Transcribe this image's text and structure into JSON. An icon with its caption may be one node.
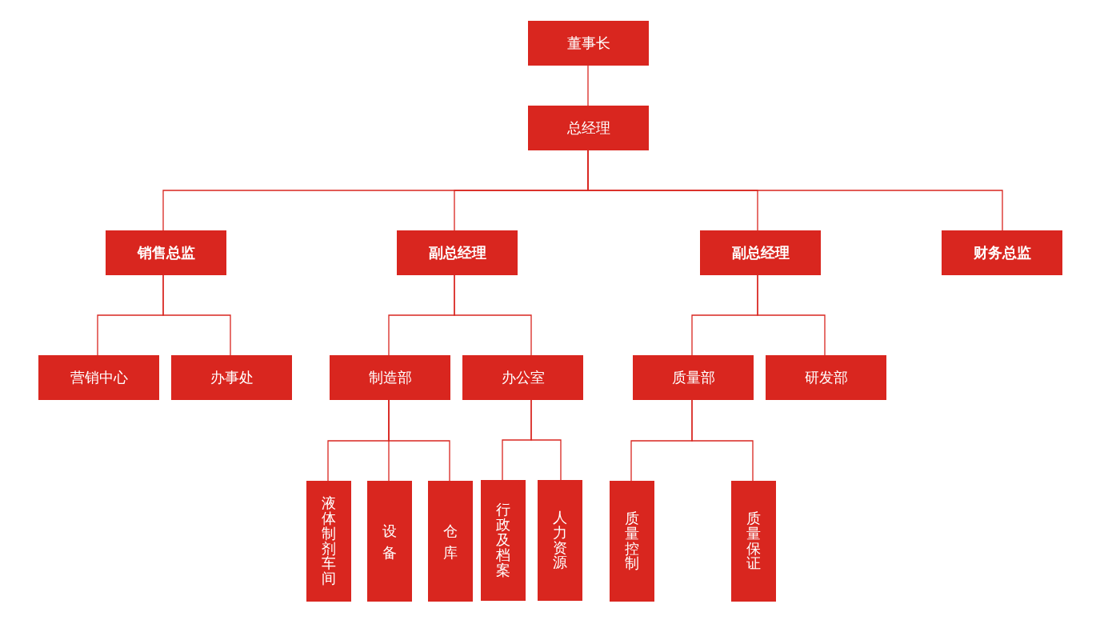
{
  "diagram": {
    "nodes": [
      {
        "text": [
          "董事长"
        ]
      },
      {
        "text": [
          "总经理"
        ]
      },
      {
        "text": [
          "销售总监"
        ]
      },
      {
        "text": [
          "副总经理"
        ]
      },
      {
        "text": [
          "副总经理"
        ]
      },
      {
        "text": [
          "财务总监"
        ]
      },
      {
        "text": [
          "营销中心"
        ]
      },
      {
        "text": [
          "办事处"
        ]
      },
      {
        "text": [
          "制造部"
        ]
      },
      {
        "text": [
          "办公室"
        ]
      },
      {
        "text": [
          "质量部"
        ]
      },
      {
        "text": [
          "研发部"
        ]
      },
      {
        "text": [
          "液体制剂车间"
        ]
      },
      {
        "text": [
          "设备"
        ]
      },
      {
        "text": [
          "仓库"
        ]
      },
      {
        "text": [
          "行政及档案"
        ]
      },
      {
        "text": [
          "人力资源"
        ]
      },
      {
        "text": [
          "质量控制"
        ]
      },
      {
        "text": [
          "质量保证"
        ]
      }
    ],
    "edges": [
      {
        "from": 0,
        "to": 1,
        "arrow": "none"
      },
      {
        "from": 1,
        "to": 2,
        "arrow": "none"
      },
      {
        "from": 1,
        "to": 3,
        "arrow": "none"
      },
      {
        "from": 1,
        "to": 4,
        "arrow": "none"
      },
      {
        "from": 1,
        "to": 5,
        "arrow": "none"
      },
      {
        "from": 2,
        "to": 6,
        "arrow": "none"
      },
      {
        "from": 2,
        "to": 7,
        "arrow": "none"
      },
      {
        "from": 3,
        "to": 8,
        "arrow": "none"
      },
      {
        "from": 3,
        "to": 9,
        "arrow": "none"
      },
      {
        "from": 4,
        "to": 10,
        "arrow": "none"
      },
      {
        "from": 4,
        "to": 11,
        "arrow": "none"
      },
      {
        "from": 8,
        "to": 12,
        "arrow": "none"
      },
      {
        "from": 8,
        "to": 13,
        "arrow": "none"
      },
      {
        "from": 8,
        "to": 14,
        "arrow": "none"
      },
      {
        "from": 9,
        "to": 15,
        "arrow": "none"
      },
      {
        "from": 9,
        "to": 16,
        "arrow": "none"
      },
      {
        "from": 10,
        "to": 17,
        "arrow": "none"
      },
      {
        "from": 10,
        "to": 18,
        "arrow": "none"
      }
    ]
  }
}
